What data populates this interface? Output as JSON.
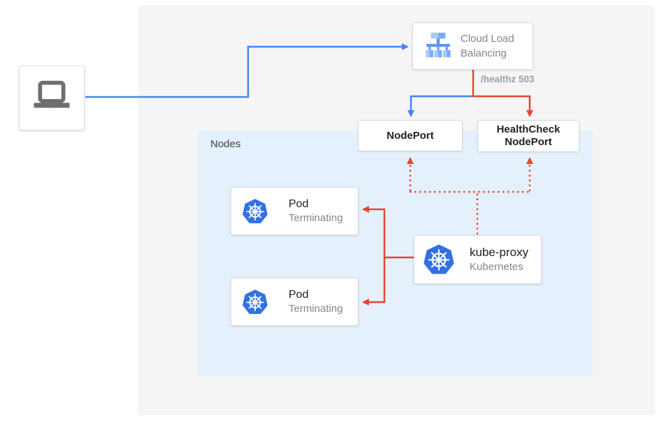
{
  "colors": {
    "blue": "#4285f4",
    "red": "#ea4335",
    "k8s_blue": "#3470e4",
    "panel_bg": "#f5f5f5",
    "nodes_bg": "#e4f1fc",
    "card_border": "#dadce0",
    "muted_text": "#80868b",
    "edge_label_text": "#9aa0a6",
    "laptop_gray": "#6f6f6f",
    "clb_icon_light": "#a9c6fb",
    "clb_icon_mid": "#7baaf7",
    "clb_icon_dark": "#5e97f6"
  },
  "external_client": {
    "icon": "laptop"
  },
  "load_balancer": {
    "label": "Cloud Load Balancing",
    "icon": "cloud-load-balancing"
  },
  "edge_label": {
    "text": "/healthz 503"
  },
  "nodeport": {
    "label": "NodePort"
  },
  "healthcheck_nodeport": {
    "label": "HealthCheck NodePort"
  },
  "nodes_container": {
    "label": "Nodes"
  },
  "pods": [
    {
      "title": "Pod",
      "status": "Terminating",
      "icon": "kubernetes"
    },
    {
      "title": "Pod",
      "status": "Terminating",
      "icon": "kubernetes"
    }
  ],
  "kube_proxy": {
    "title": "kube-proxy",
    "subtitle": "Kubernetes",
    "icon": "kubernetes"
  }
}
